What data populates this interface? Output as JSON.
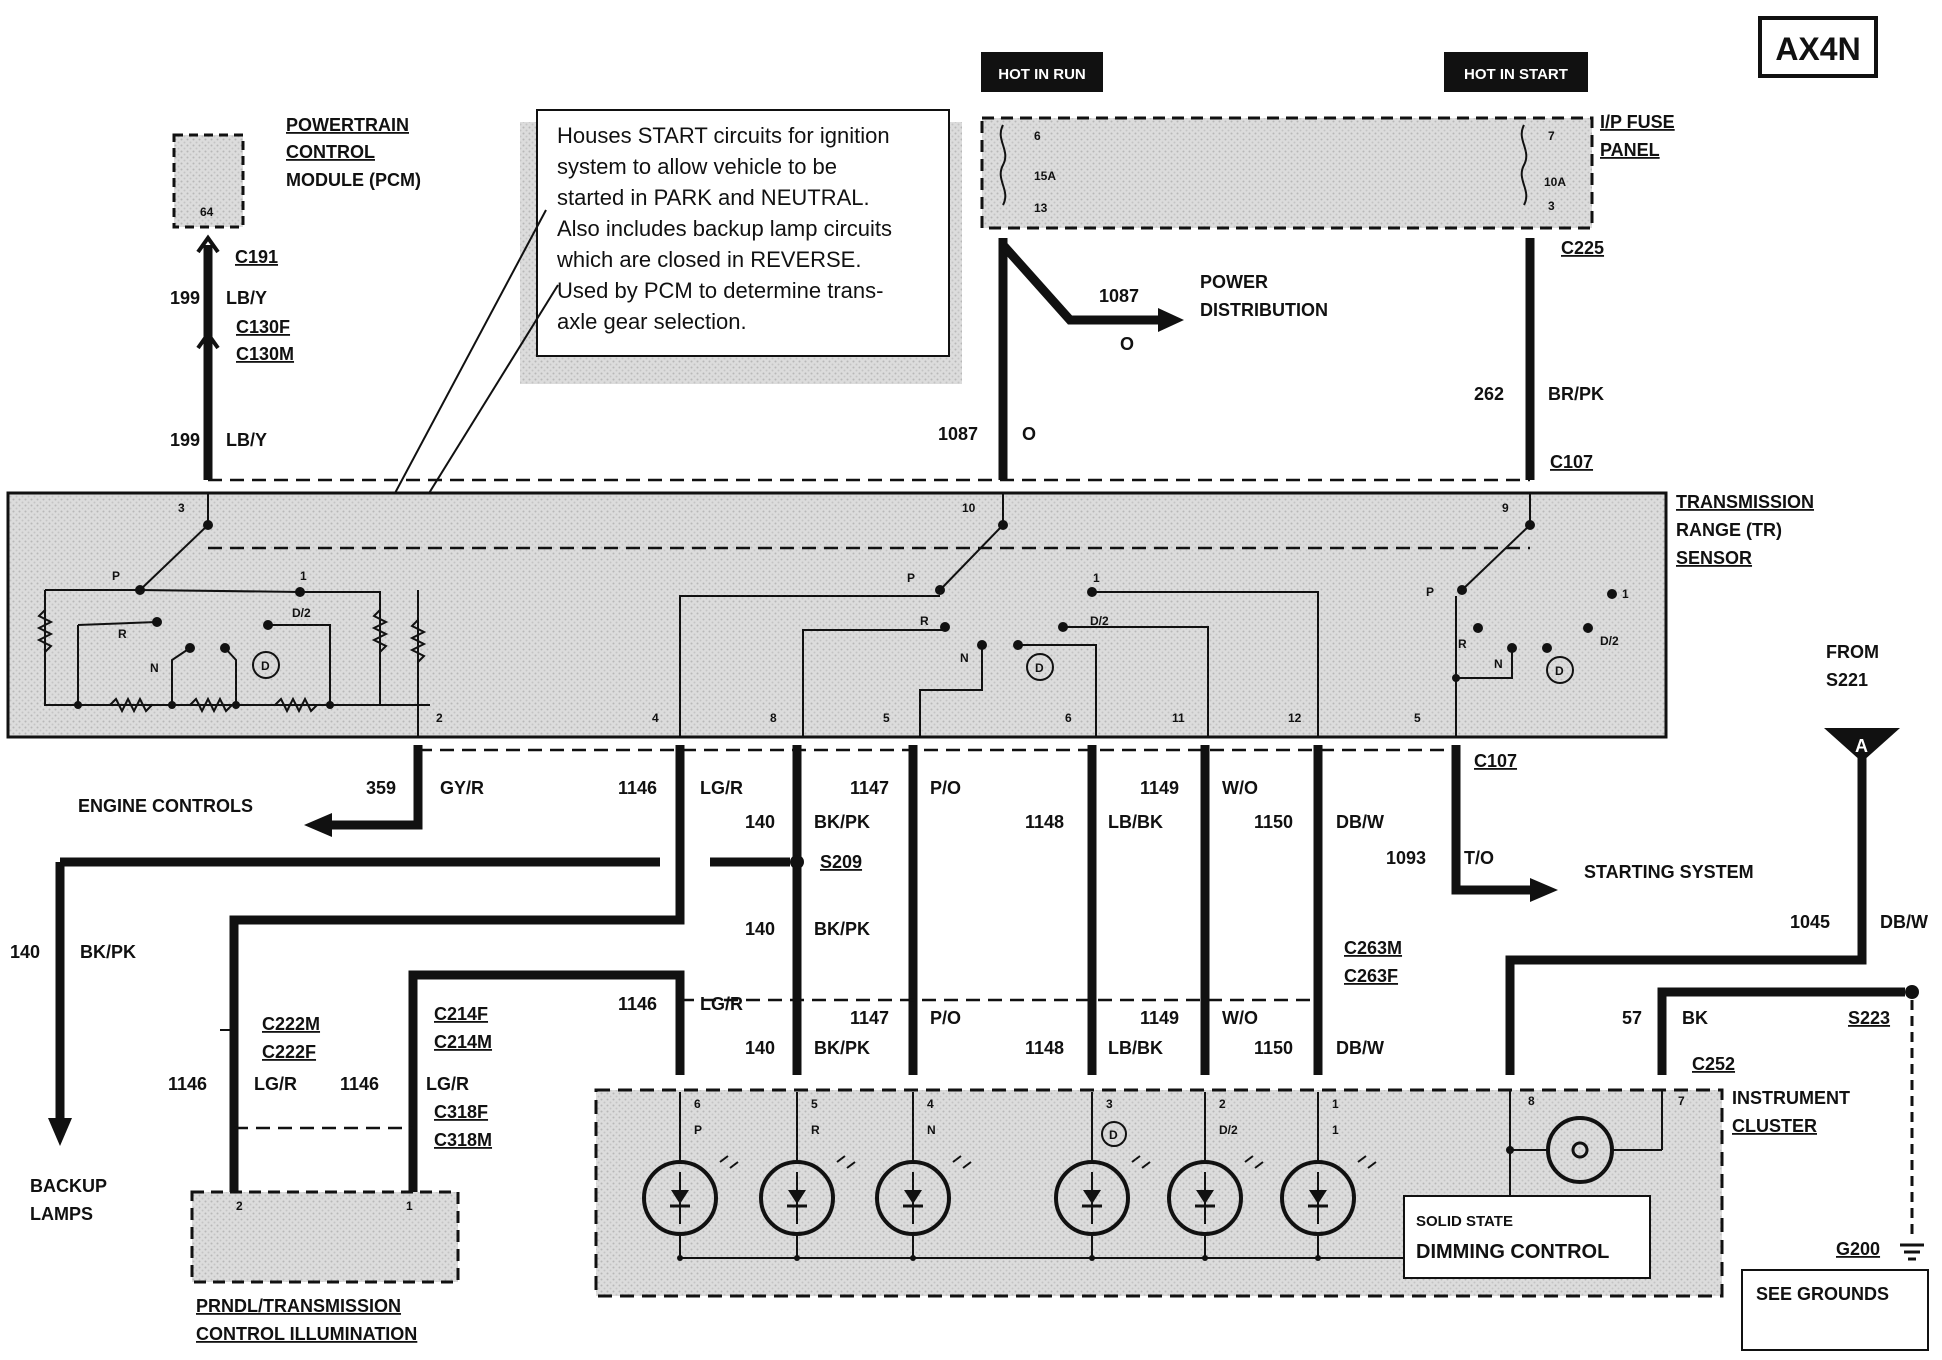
{
  "code": "AX4N",
  "supplies": {
    "hot_in_run": "HOT IN RUN",
    "hot_in_start": "HOT IN START",
    "fuse_panel": [
      "I/P FUSE",
      "PANEL"
    ],
    "fuse_left": {
      "pin_top": "6",
      "rating": "15A",
      "pin_bottom": "13"
    },
    "fuse_right": {
      "pin_top": "7",
      "rating": "10A",
      "pin_bottom": "3"
    }
  },
  "pcm": {
    "title": [
      "POWERTRAIN",
      "CONTROL",
      "MODULE (PCM)"
    ],
    "pin": "64"
  },
  "note": [
    "Houses START circuits for ignition",
    "system to allow vehicle to be",
    "started in PARK and NEUTRAL.",
    "Also includes backup lamp circuits",
    "which are closed in REVERSE.",
    "Used by PCM to determine trans-",
    "axle gear selection."
  ],
  "connectors": {
    "c191": "C191",
    "c130f": "C130F",
    "c130m": "C130M",
    "c225": "C225",
    "c107_top": "C107",
    "c107_bottom": "C107",
    "s209": "S209",
    "c263m": "C263M",
    "c263f": "C263F",
    "c222m": "C222M",
    "c222f": "C222F",
    "c214f": "C214F",
    "c214m": "C214M",
    "c318f": "C318F",
    "c318m": "C318M",
    "s223": "S223",
    "c252": "C252",
    "g200": "G200"
  },
  "wires": {
    "w199_top": {
      "num": "199",
      "color": "LB/Y"
    },
    "w199_bot": {
      "num": "199",
      "color": "LB/Y"
    },
    "w1087_pd": {
      "num": "1087",
      "color": "O"
    },
    "w1087": {
      "num": "1087",
      "color": "O"
    },
    "w262": {
      "num": "262",
      "color": "BR/PK"
    },
    "w359": {
      "num": "359",
      "color": "GY/R"
    },
    "w1146_a": {
      "num": "1146",
      "color": "LG/R"
    },
    "w140_a": {
      "num": "140",
      "color": "BK/PK"
    },
    "w1147_a": {
      "num": "1147",
      "color": "P/O"
    },
    "w1148_a": {
      "num": "1148",
      "color": "LB/BK"
    },
    "w1149_a": {
      "num": "1149",
      "color": "W/O"
    },
    "w1150_a": {
      "num": "1150",
      "color": "DB/W"
    },
    "w1093": {
      "num": "1093",
      "color": "T/O"
    },
    "w140_b": {
      "num": "140",
      "color": "BK/PK"
    },
    "w140_back": {
      "num": "140",
      "color": "BK/PK"
    },
    "w1146_b": {
      "num": "1146",
      "color": "LG/R"
    },
    "w1147_b": {
      "num": "1147",
      "color": "P/O"
    },
    "w140_c": {
      "num": "140",
      "color": "BK/PK"
    },
    "w1148_b": {
      "num": "1148",
      "color": "LB/BK"
    },
    "w1149_b": {
      "num": "1149",
      "color": "W/O"
    },
    "w1150_b": {
      "num": "1150",
      "color": "DB/W"
    },
    "w1146_c": {
      "num": "1146",
      "color": "LG/R"
    },
    "w1146_d": {
      "num": "1146",
      "color": "LG/R"
    },
    "w1045": {
      "num": "1045",
      "color": "DB/W"
    },
    "w57": {
      "num": "57",
      "color": "BK"
    }
  },
  "destinations": {
    "power_distribution": "POWER DISTRIBUTION",
    "engine_controls": "ENGINE CONTROLS",
    "starting_system": "STARTING SYSTEM",
    "backup_lamps": [
      "BACKUP",
      "LAMPS"
    ],
    "from": [
      "FROM",
      "S221"
    ],
    "from_ref": "A",
    "see_grounds": "SEE GROUNDS"
  },
  "tr_sensor": {
    "title": [
      "TRANSMISSION",
      "RANGE (TR)",
      "SENSOR"
    ],
    "pins": {
      "p3": "3",
      "p10": "10",
      "p9": "9",
      "p2": "2",
      "p4": "4",
      "p8": "8",
      "p5a": "5",
      "p6": "6",
      "p11": "11",
      "p12": "12",
      "p5b": "5"
    },
    "switch_labels": {
      "p": "P",
      "r": "R",
      "n": "N",
      "d": "D",
      "d2": "D/2",
      "one": "1"
    }
  },
  "instrument_cluster": {
    "title": [
      "INSTRUMENT",
      "CLUSTER"
    ],
    "lamps": [
      {
        "pin": "6",
        "label": "P"
      },
      {
        "pin": "5",
        "label": "R"
      },
      {
        "pin": "4",
        "label": "N"
      },
      {
        "pin": "3",
        "label": "D"
      },
      {
        "pin": "2",
        "label": "D/2"
      },
      {
        "pin": "1",
        "label": "1"
      }
    ],
    "pin8": "8",
    "pin7": "7",
    "dimming": [
      "SOLID STATE",
      "DIMMING CONTROL"
    ]
  },
  "illumination": {
    "title": [
      "PRNDL/TRANSMISSION",
      "CONTROL ILLUMINATION"
    ],
    "pin2": "2",
    "pin1": "1"
  }
}
